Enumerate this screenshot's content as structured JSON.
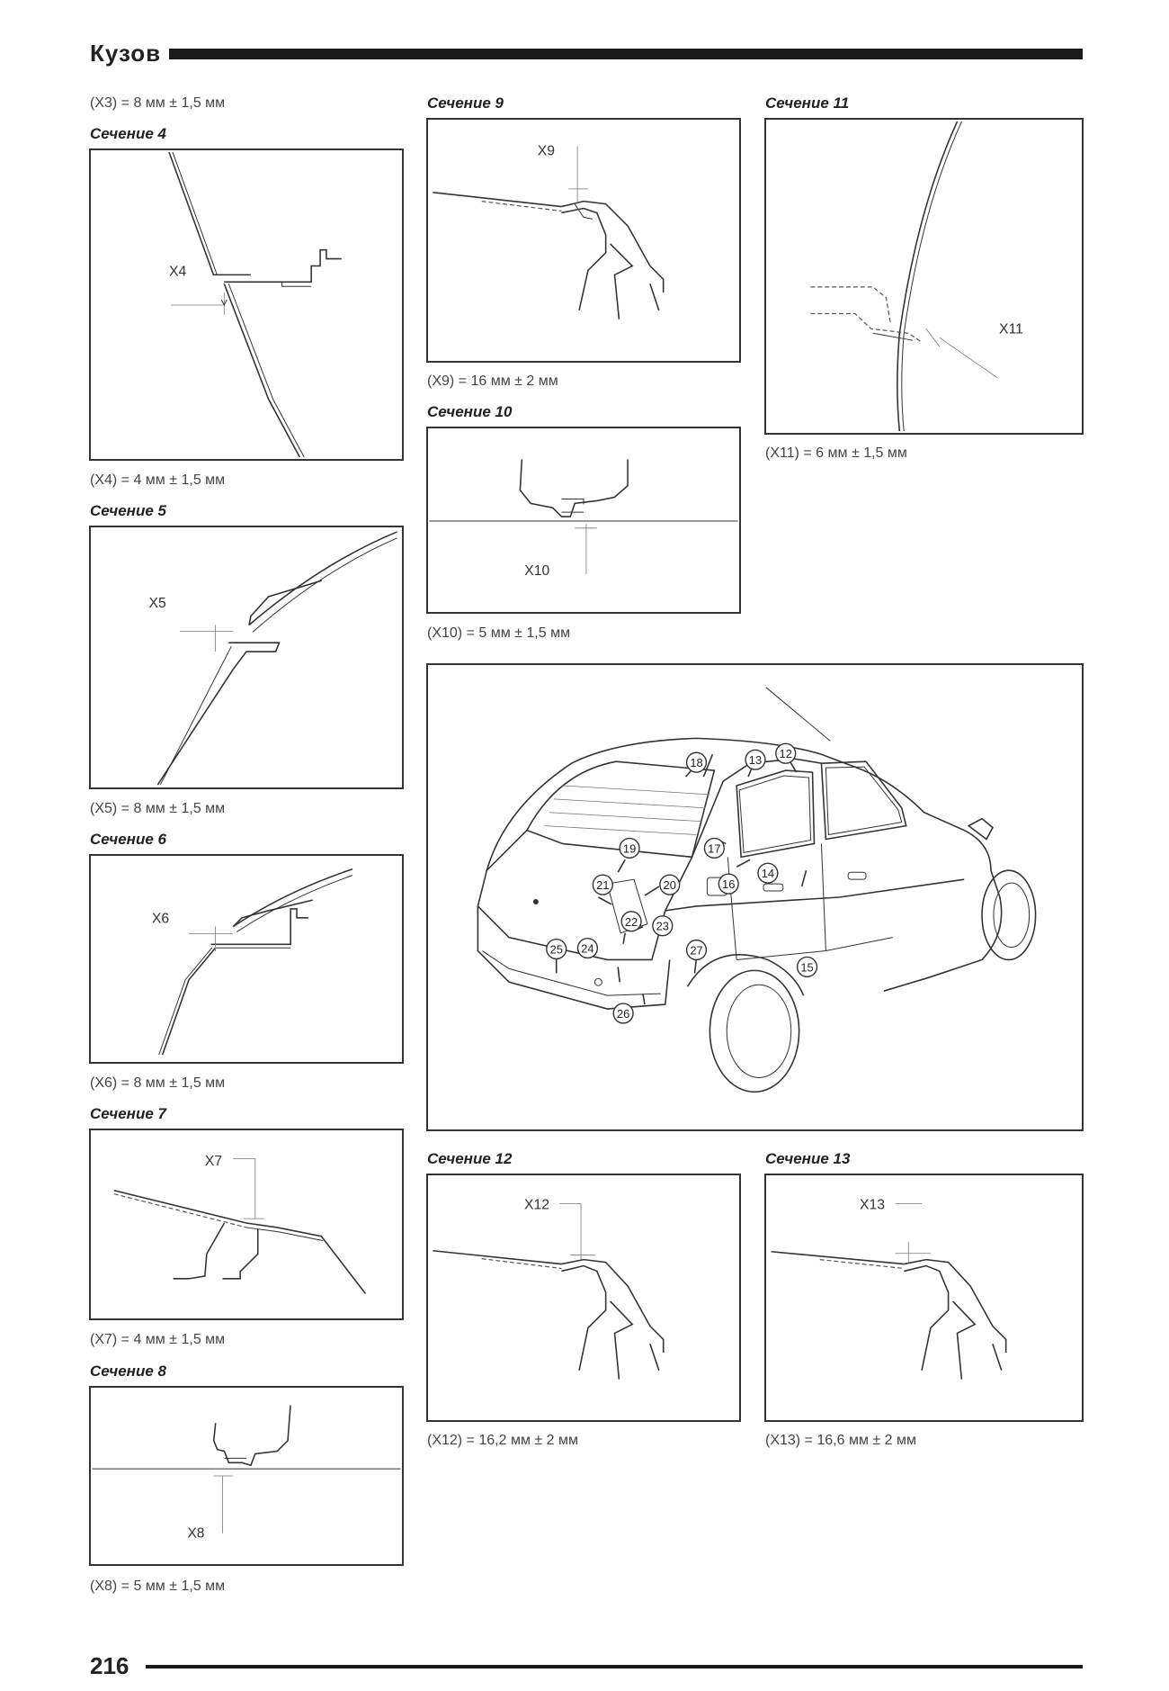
{
  "header": {
    "title": "Кузов"
  },
  "footer": {
    "page_number": "216"
  },
  "captions": {
    "x3": "(X3) = 8 мм ± 1,5 мм",
    "x4": "(X4) = 4 мм ± 1,5 мм",
    "x5": "(X5) = 8 мм ± 1,5 мм",
    "x6": "(X6) = 8 мм ± 1,5 мм",
    "x7": "(X7) = 4 мм ± 1,5 мм",
    "x8": "(X8) = 5 мм ± 1,5 мм",
    "x9": "(X9) = 16 мм ± 2 мм",
    "x10": "(X10) = 5 мм ± 1,5 мм",
    "x11": "(X11) = 6 мм ± 1,5 мм",
    "x12": "(X12) = 16,2 мм ± 2 мм",
    "x13": "(X13) = 16,6 мм ± 2 мм"
  },
  "sections": {
    "s4": "Сечение 4",
    "s5": "Сечение 5",
    "s6": "Сечение 6",
    "s7": "Сечение 7",
    "s8": "Сечение 8",
    "s9": "Сечение 9",
    "s10": "Сечение 10",
    "s11": "Сечение 11",
    "s12": "Сечение 12",
    "s13": "Сечение 13"
  },
  "labels": {
    "x4": "X4",
    "x5": "X5",
    "x6": "X6",
    "x7": "X7",
    "x8": "X8",
    "x9": "X9",
    "x10": "X10",
    "x11": "X11",
    "x12": "X12",
    "x13": "X13"
  },
  "car_markers": [
    "12",
    "13",
    "14",
    "15",
    "16",
    "17",
    "18",
    "19",
    "20",
    "21",
    "22",
    "23",
    "24",
    "25",
    "26",
    "27"
  ]
}
